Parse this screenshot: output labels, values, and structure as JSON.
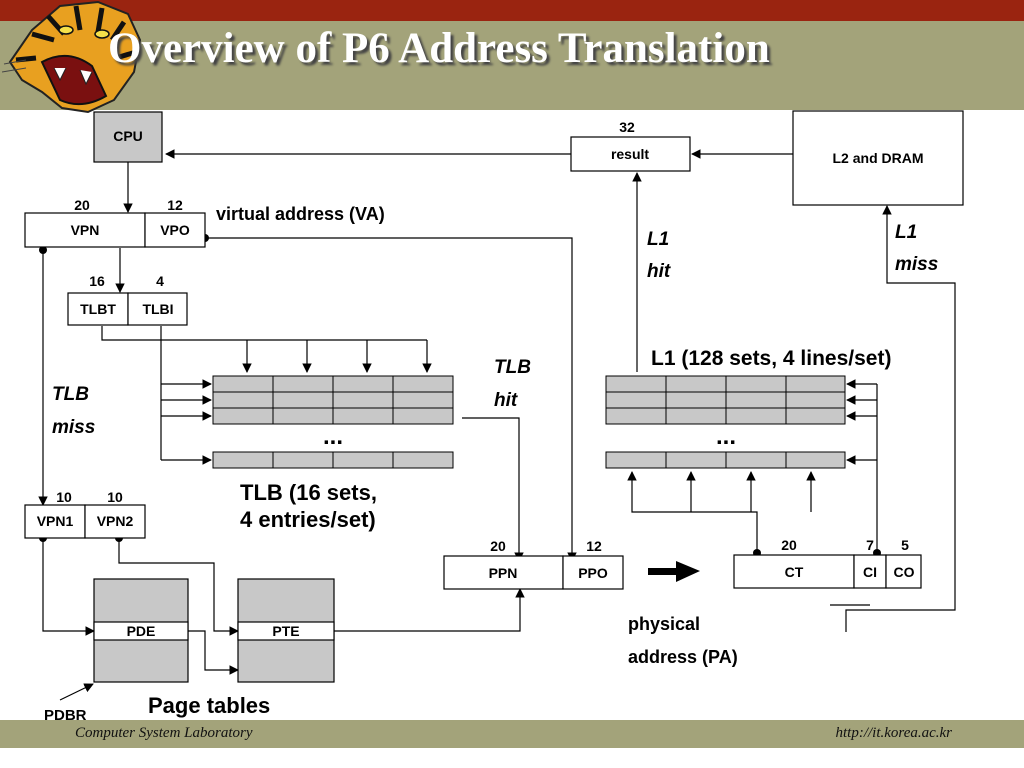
{
  "slide": {
    "title": "Overview of P6 Address Translation",
    "footer_left": "Computer System Laboratory",
    "footer_right": "http://it.korea.ac.kr"
  },
  "labels": {
    "cpu": "CPU",
    "result": "result",
    "result_bits": "32",
    "l2_dram": "L2 and DRAM",
    "vpn": "VPN",
    "vpo": "VPO",
    "vpn_bits": "20",
    "vpo_bits": "12",
    "virtual_address": "virtual address (VA)",
    "tlbt": "TLBT",
    "tlbi": "TLBI",
    "tlbt_bits": "16",
    "tlbi_bits": "4",
    "tlb_miss_1": "TLB",
    "tlb_miss_2": "miss",
    "tlb_hit_1": "TLB",
    "tlb_hit_2": "hit",
    "tlb_dots": "...",
    "tlb_caption_1": "TLB (16 sets,",
    "tlb_caption_2": "4 entries/set)",
    "l1_hit_1": "L1",
    "l1_hit_2": "hit",
    "l1_miss_1": "L1",
    "l1_miss_2": "miss",
    "l1_caption": "L1 (128 sets, 4 lines/set)",
    "l1_dots": "...",
    "vpn1": "VPN1",
    "vpn2": "VPN2",
    "vpn1_bits": "10",
    "vpn2_bits": "10",
    "ppn": "PPN",
    "ppo": "PPO",
    "ppn_bits": "20",
    "ppo_bits": "12",
    "ct": "CT",
    "ci": "CI",
    "co": "CO",
    "ct_bits": "20",
    "ci_bits": "7",
    "co_bits": "5",
    "pde": "PDE",
    "pte": "PTE",
    "pdbr": "PDBR",
    "page_tables": "Page tables",
    "physical_1": "physical",
    "physical_2": "address (PA)"
  }
}
